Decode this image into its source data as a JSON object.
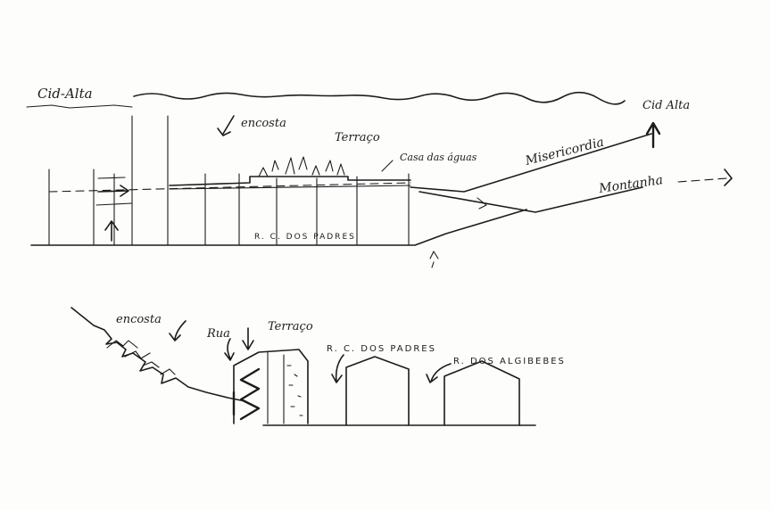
{
  "labels": {
    "cid_alta_left": "Cid-Alta",
    "encosta_top": "encosta",
    "terraco_top": "Terraço",
    "casa_das_aguas": "Casa das águas",
    "misericordia": "Misericordia",
    "cid_alta_right": "Cid Alta",
    "montanha": "Montanha",
    "rc_dos_padres_top": "R. C. DOS PADRES",
    "encosta_bottom": "encosta",
    "rua": "Rua",
    "terraco_bottom": "Terraço",
    "rc_dos_padres_bottom": "R. C. DOS PADRES",
    "r_dos_algibebes": "R. DOS ALGIBEBES"
  },
  "colors": {
    "ink": "#1c1c1c",
    "paper": "#fdfdfc"
  }
}
